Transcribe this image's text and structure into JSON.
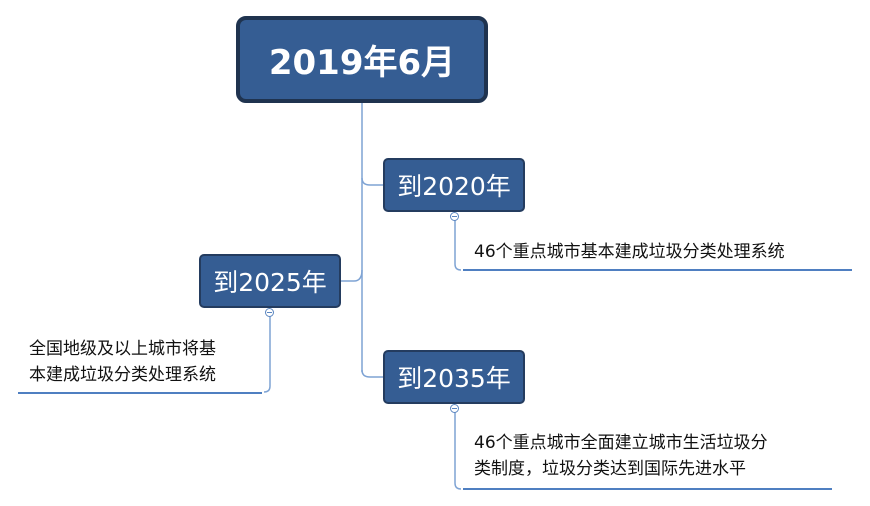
{
  "root": {
    "label": "2019年6月"
  },
  "branches": [
    {
      "label": "到2020年",
      "leaf": "46个重点城市基本建成垃圾分类处理系统"
    },
    {
      "label": "到2025年",
      "leaf_lines": [
        "全国地级及以上城市将基",
        "本建成垃圾分类处理系统"
      ]
    },
    {
      "label": "到2035年",
      "leaf_lines": [
        "46个重点城市全面建立城市生活垃圾分",
        "类制度，垃圾分类达到国际先进水平"
      ]
    }
  ],
  "colors": {
    "node_fill": "#355d93",
    "node_border": "#243c5f",
    "connector": "#7ea3d4",
    "underline": "#4f7fc1"
  }
}
